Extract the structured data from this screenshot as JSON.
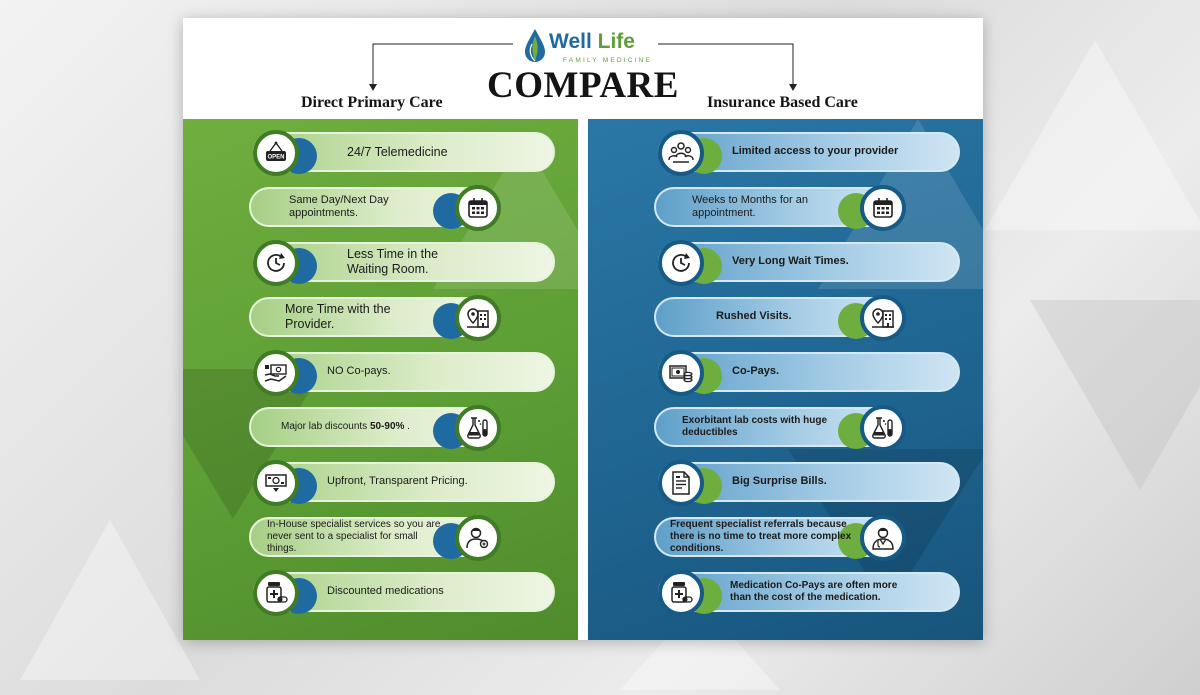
{
  "logo": {
    "brand_well": "Well",
    "brand_life": "Life",
    "tagline": "FAMILY MEDICINE"
  },
  "title": "COMPARE",
  "left": {
    "heading": "Direct Primary Care",
    "items": [
      {
        "text": "24/7 Telemedicine",
        "icon": "open-sign-icon"
      },
      {
        "text": "Same Day/Next Day appointments.",
        "icon": "calendar-icon"
      },
      {
        "text": "Less Time in the Waiting Room.",
        "icon": "clock-icon"
      },
      {
        "text": "More Time with the Provider.",
        "icon": "location-building-icon"
      },
      {
        "text": "NO Co-pays.",
        "icon": "hand-money-icon"
      },
      {
        "text": "Major lab discounts",
        "bold": "50-90%",
        "tail": " .",
        "icon": "lab-flask-icon"
      },
      {
        "text": "Upfront, Transparent Pricing.",
        "icon": "money-bill-icon"
      },
      {
        "text": "In-House specialist services so you are never sent to a specialist for small things.",
        "icon": "doctor-icon"
      },
      {
        "text": "Discounted medications",
        "icon": "medication-icon"
      }
    ]
  },
  "right": {
    "heading": "Insurance Based Care",
    "items": [
      {
        "text": "Limited access to your provider",
        "icon": "people-group-icon"
      },
      {
        "text": "Weeks to Months for an appointment.",
        "icon": "calendar-icon"
      },
      {
        "text": "Very Long Wait Times.",
        "icon": "clock-icon"
      },
      {
        "text": "Rushed Visits.",
        "icon": "location-building-icon"
      },
      {
        "text": "Co-Pays.",
        "icon": "cash-coins-icon"
      },
      {
        "text": "Exorbitant lab costs with huge deductibles",
        "icon": "lab-flask-icon"
      },
      {
        "text": "Big Surprise Bills.",
        "icon": "document-bill-icon"
      },
      {
        "text": "Frequent specialist referrals because there is no time to treat more complex conditions.",
        "icon": "doctor-icon"
      },
      {
        "text": "Medication Co-Pays are often more than the cost of the medication.",
        "icon": "medication-icon"
      }
    ]
  },
  "colors": {
    "green": "#5d9e35",
    "blue": "#1f6591",
    "logo_blue": "#1f6aa0",
    "logo_green": "#5f9e3a"
  }
}
